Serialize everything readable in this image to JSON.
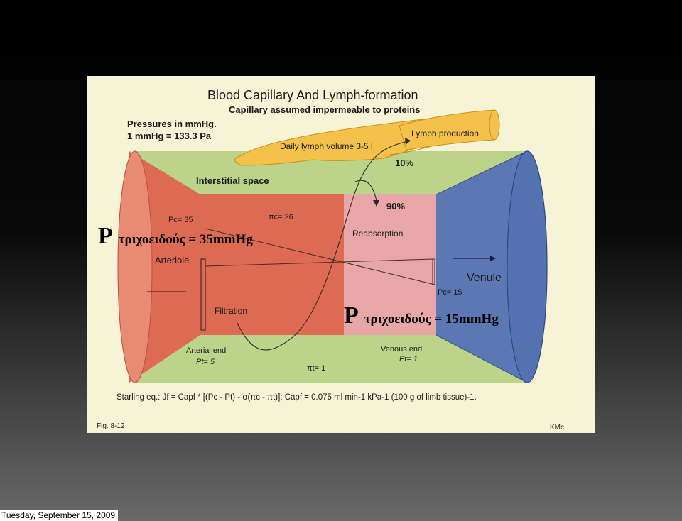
{
  "figure": {
    "title": "Blood Capillary  And  Lymph-formation",
    "subtitle": "Capillary assumed impermeable to proteins",
    "pressures_line1": "Pressures in mmHg.",
    "pressures_line2": "1 mmHg = 133.3 Pa",
    "daily_lymph": "Daily lymph volume 3-5 l",
    "lymph_production": "Lymph production",
    "pct_10": "10%",
    "pct_90": "90%",
    "interstitial": "Interstitial space",
    "pc35": "Pc= 35",
    "pic26": "πc= 26",
    "arteriole": "Arteriole",
    "filtration": "Filtration",
    "reabsorption": "Reabsorption",
    "venule": "Venule",
    "pc15": "Pc= 15",
    "arterial_end": "Arterial end",
    "arterial_pt": "Pt= 5",
    "venous_end": "Venous end",
    "venous_pt": "Pt= 1",
    "pit1": "πt= 1",
    "starling": "Starling eq.: Jf = Capf * [(Pc - Pt) - σ(πc - πt)];   Capf = 0.075 ml min-1 kPa-1 (100 g of limb tissue)-1.",
    "fig_number": "Fig. 8-12",
    "author": "KMc"
  },
  "annotations": {
    "p_letter": "P",
    "arterial_pressure": "τριχοειδούς =  35mmHg",
    "venous_pressure": "τριχοειδούς =  15mmHg"
  },
  "footer": {
    "date": "Tuesday, September 15, 2009"
  },
  "colors": {
    "background_panel": "#f7f3d6",
    "interstitial": "#bcd38a",
    "arterial_red": "#dd6a52",
    "reabsorption_pink": "#e9a6a6",
    "venous_blue": "#5c78b4",
    "lymph_yellow": "#f4c24a"
  }
}
